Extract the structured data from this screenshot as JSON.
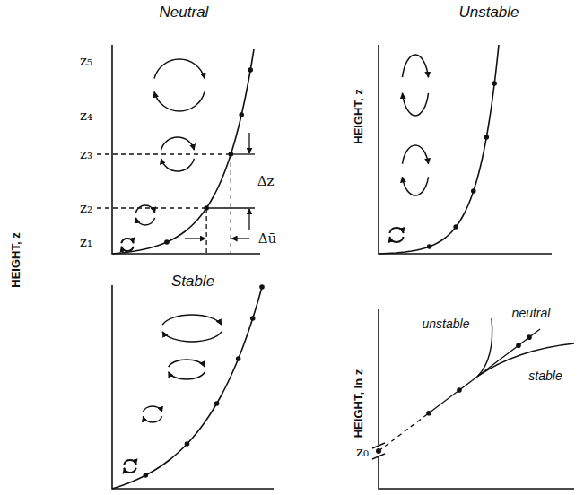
{
  "diagram": {
    "labels": [
      "Neutral",
      "z₅",
      "z₄",
      "z₃",
      "z₂",
      "z₁",
      "Δz",
      "Δū",
      "HEIGHT, z",
      "Unstable",
      "HEIGHT, z",
      "Stable",
      "unstable",
      "neutral",
      "stable",
      "HEIGHT, ln z",
      "z₀"
    ]
  }
}
